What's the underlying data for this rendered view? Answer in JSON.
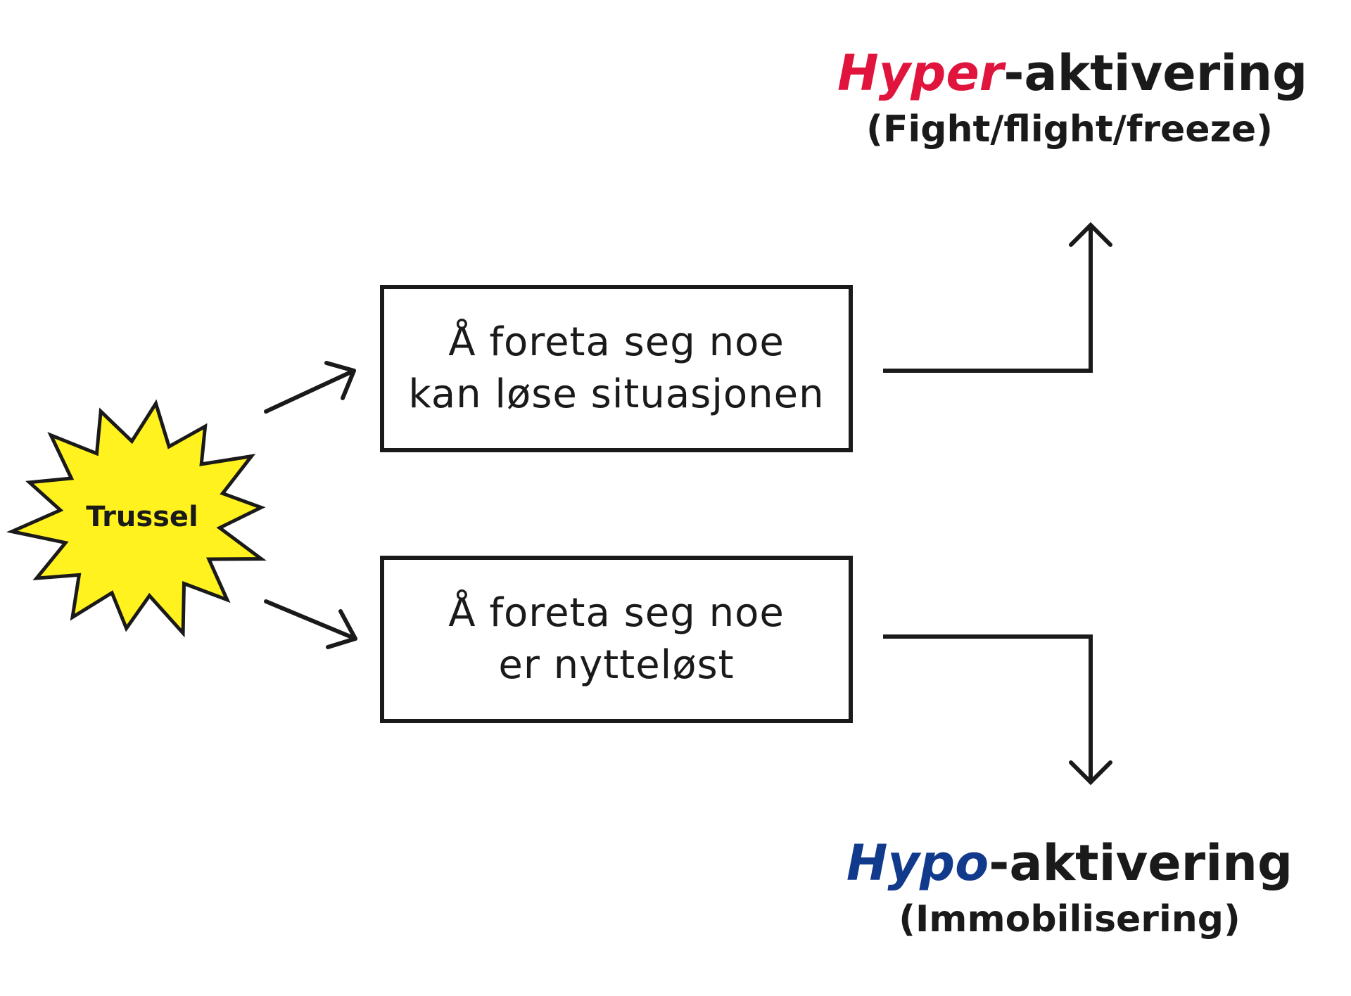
{
  "threat": {
    "label": "Trussel",
    "fill_color": "#FFF21F"
  },
  "actions": [
    {
      "line1": "Å foreta seg noe",
      "line2": "kan løse situasjonen"
    },
    {
      "line1": "Å foreta seg noe",
      "line2": "er nytteløst"
    }
  ],
  "outcomes": {
    "hyper": {
      "prefix": "Hyper",
      "suffix": "-aktivering",
      "detail": "(Fight/flight/freeze)",
      "prefix_color": "#E0143C"
    },
    "hypo": {
      "prefix": "Hypo",
      "suffix": "-aktivering",
      "detail": "(Immobilisering)",
      "prefix_color": "#123A8C"
    }
  },
  "colors": {
    "line": "#1A1A1A",
    "text": "#1A1A1A",
    "background": "#FFFFFF"
  }
}
